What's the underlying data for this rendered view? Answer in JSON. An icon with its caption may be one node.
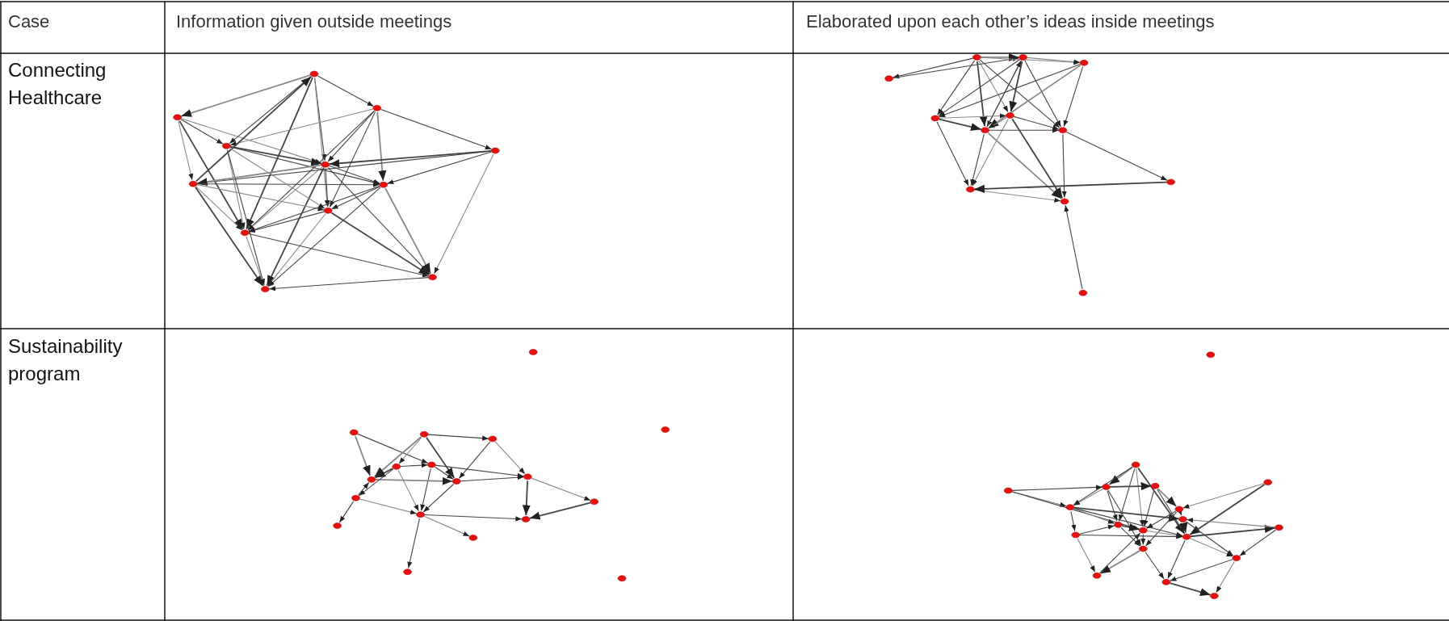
{
  "diagram": {
    "labels": [
      "Case",
      "Information given outside meetings",
      "Elaborated upon each other’s ideas inside meetings",
      "Connecting Healthcare",
      "Sustainability program"
    ]
  }
}
